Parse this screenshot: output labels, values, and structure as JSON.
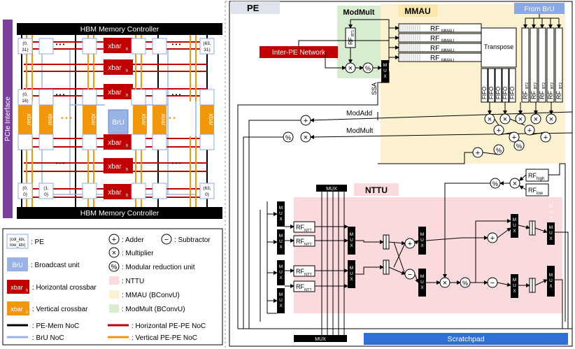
{
  "colors": {
    "pcie": "#7b3f9e",
    "hbm": "#000000",
    "xbar_h": "#c00000",
    "xbar_v": "#f2960c",
    "bru": "#9ab3e6",
    "nttu": "#fadadd",
    "mmau": "#fdf2d0",
    "modmult": "#d8ecd0",
    "inter_pe": "#c00000",
    "scratchpad": "#2f6fd6",
    "mux": "#000000"
  },
  "left": {
    "pcie_label": "PCIe Interface",
    "hbm_top": "HBM Memory Controller",
    "hbm_bottom": "HBM Memory Controller",
    "xbar_h": "xbar",
    "xbar_h_sub": "h",
    "xbar_v": "xbar",
    "xbar_v_sub": "v",
    "bru": "BrU",
    "dots": "• • •",
    "pe_labels": [
      {
        "top": "(0,",
        "bot": "31)"
      },
      {
        "top": "(63,",
        "bot": "31)"
      },
      {
        "top": "(0,",
        "bot": "16)"
      },
      {
        "top": "(0,",
        "bot": "0)"
      },
      {
        "top": "(1,",
        "bot": "0)"
      },
      {
        "top": "(63,",
        "bot": "0)"
      }
    ]
  },
  "legend": {
    "pe_box_top": "(col_idx,",
    "pe_box_bot": "row_idx)",
    "pe": ": PE",
    "bru_box": "BrU",
    "bru": ": Broadcast unit",
    "xbar_h": ": Horizontal crossbar",
    "xbar_v": ": Vertical crossbar",
    "pe_mem": ": PE-Mem NoC",
    "bru_noc": ": BrU NoC",
    "adder": ": Adder",
    "subtractor": ": Subtractor",
    "multiplier": ": Multiplier",
    "modred": ": Modular reduction unit",
    "nttu": ": NTTU",
    "mmau": ": MMAU (BConvU)",
    "modmult": ": ModMult (BConvU)",
    "h_noc": ": Horizontal PE-PE NoC",
    "v_noc": ": Vertical PE-PE NoC"
  },
  "pe": {
    "title": "PE",
    "modmult": "ModMult",
    "mmau": "MMAU",
    "from_bru": "From BrU",
    "inter_pe": "Inter-PE Network",
    "nttu": "NTTU",
    "scratchpad": "Scratchpad",
    "mux": "MUX",
    "mux_v": [
      "M",
      "U",
      "X"
    ],
    "rf": "RF",
    "rf_bt1": "BT1",
    "rf_mmau": "MMAU",
    "rf_bt2": "BT2",
    "rf_ntt": "NTT",
    "rf_high": "high",
    "rf_low": "low",
    "transpose": "Transpose",
    "fifo": "FIFO",
    "ssa": "SSA",
    "modadd": "ModAdd",
    "modmult_line": "ModMult",
    "plus": "+",
    "minus": "−",
    "times": "×",
    "mod": "%"
  }
}
